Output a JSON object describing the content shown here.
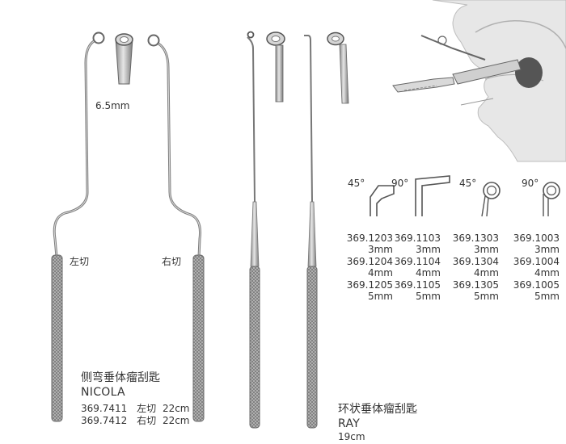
{
  "nicola": {
    "tip_size": "6.5mm",
    "left_label": "左切",
    "right_label": "右切",
    "title_cn": "侧弯垂体瘤刮匙",
    "title_en": "NICOLA",
    "catalog": [
      {
        "code": "369.7411",
        "side": "左切",
        "length": "22cm"
      },
      {
        "code": "369.7412",
        "side": "右切",
        "length": "22cm"
      }
    ]
  },
  "ray": {
    "title_cn": "环状垂体瘤刮匙",
    "title_en": "RAY",
    "length": "19cm",
    "tip_variants": [
      {
        "angle": "45°",
        "codes": [
          "369.1203",
          "369.1204",
          "369.1205"
        ],
        "sizes": [
          "3mm",
          "4mm",
          "5mm"
        ]
      },
      {
        "angle": "90°",
        "codes": [
          "369.1103",
          "369.1104",
          "369.1105"
        ],
        "sizes": [
          "3mm",
          "4mm",
          "5mm"
        ]
      },
      {
        "angle": "45°",
        "codes": [
          "369.1303",
          "369.1304",
          "369.1305"
        ],
        "sizes": [
          "3mm",
          "4mm",
          "5mm"
        ]
      },
      {
        "angle": "90°",
        "codes": [
          "369.1003",
          "369.1004",
          "369.1005"
        ],
        "sizes": [
          "3mm",
          "4mm",
          "5mm"
        ]
      }
    ]
  }
}
